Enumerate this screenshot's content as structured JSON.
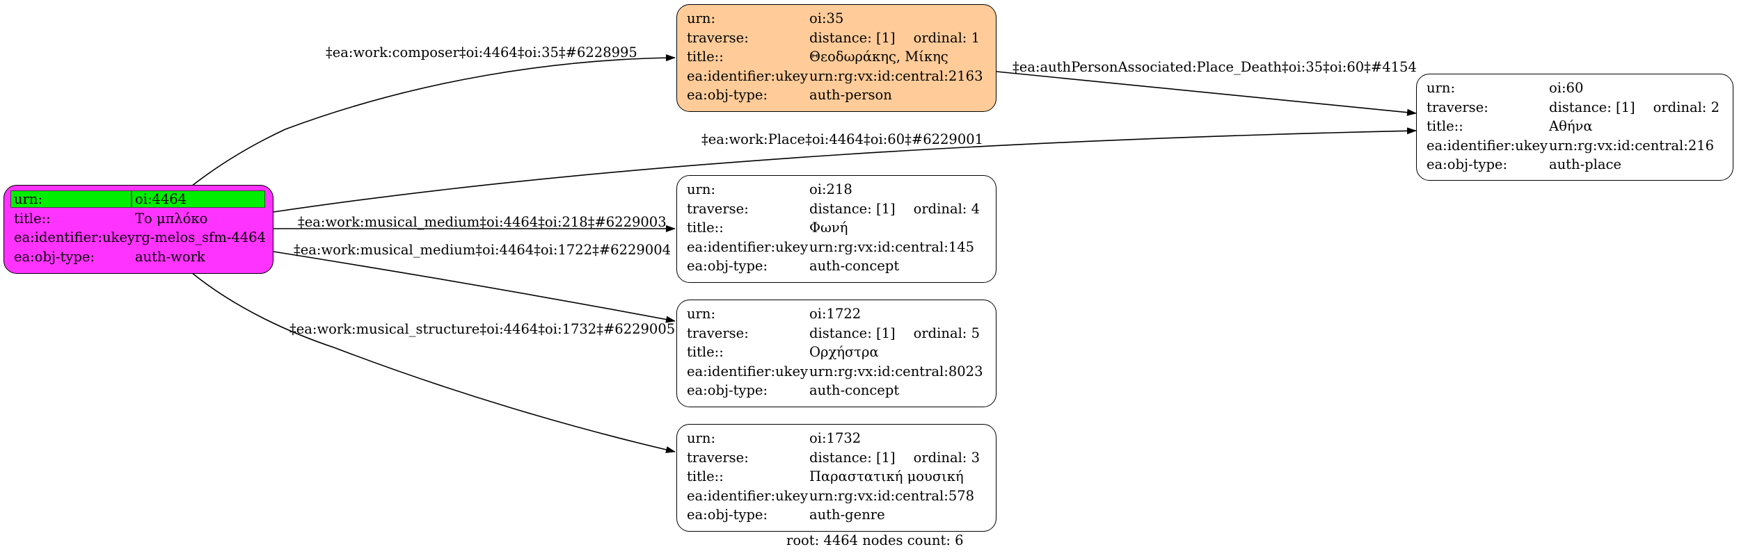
{
  "colors": {
    "root_fill": "#ff33ff",
    "root_highlight": "#00ee00",
    "person_fill": "#ffcc99",
    "default_fill": "#ffffff",
    "stroke": "#000000"
  },
  "nodes": {
    "root": {
      "rows": [
        {
          "key": "urn:",
          "value": "oi:4464"
        },
        {
          "key": "title::",
          "value": "Το μπλόκο"
        },
        {
          "key": "ea:identifier:ukey",
          "value": "rg-melos_sfm-4464"
        },
        {
          "key": "ea:obj-type:",
          "value": "auth-work"
        }
      ]
    },
    "n35": {
      "urn": "oi:35",
      "distance": "distance: [1]",
      "ordinal": "ordinal: 1",
      "title": "Θεοδωράκης, Μίκης",
      "ukey": "urn:rg:vx:id:central:2163",
      "type": "auth-person"
    },
    "n60": {
      "urn": "oi:60",
      "distance": "distance: [1]",
      "ordinal": "ordinal: 2",
      "title": "Αθήνα",
      "ukey": "urn:rg:vx:id:central:216",
      "type": "auth-place"
    },
    "n218": {
      "urn": "oi:218",
      "distance": "distance: [1]",
      "ordinal": "ordinal: 4",
      "title": "Φωνή",
      "ukey": "urn:rg:vx:id:central:145",
      "type": "auth-concept"
    },
    "n1722": {
      "urn": "oi:1722",
      "distance": "distance: [1]",
      "ordinal": "ordinal: 5",
      "title": "Ορχήστρα",
      "ukey": "urn:rg:vx:id:central:8023",
      "type": "auth-concept"
    },
    "n1732": {
      "urn": "oi:1732",
      "distance": "distance: [1]",
      "ordinal": "ordinal: 3",
      "title": "Παραστατική μουσική",
      "ukey": "urn:rg:vx:id:central:578",
      "type": "auth-genre"
    }
  },
  "keys": {
    "urn": "urn:",
    "traverse": "traverse:",
    "title": "title::",
    "ukey": "ea:identifier:ukey",
    "type": "ea:obj-type:"
  },
  "edges": {
    "composer": "‡ea:work:composer‡oi:4464‡oi:35‡#6228995",
    "place": "‡ea:work:Place‡oi:4464‡oi:60‡#6229001",
    "medium218": "‡ea:work:musical_medium‡oi:4464‡oi:218‡#6229003",
    "medium1722": "‡ea:work:musical_medium‡oi:4464‡oi:1722‡#6229004",
    "structure": "‡ea:work:musical_structure‡oi:4464‡oi:1732‡#6229005",
    "death": "‡ea:authPersonAssociated:Place_Death‡oi:35‡oi:60‡#4154"
  },
  "footer": "root: 4464 nodes count: 6"
}
